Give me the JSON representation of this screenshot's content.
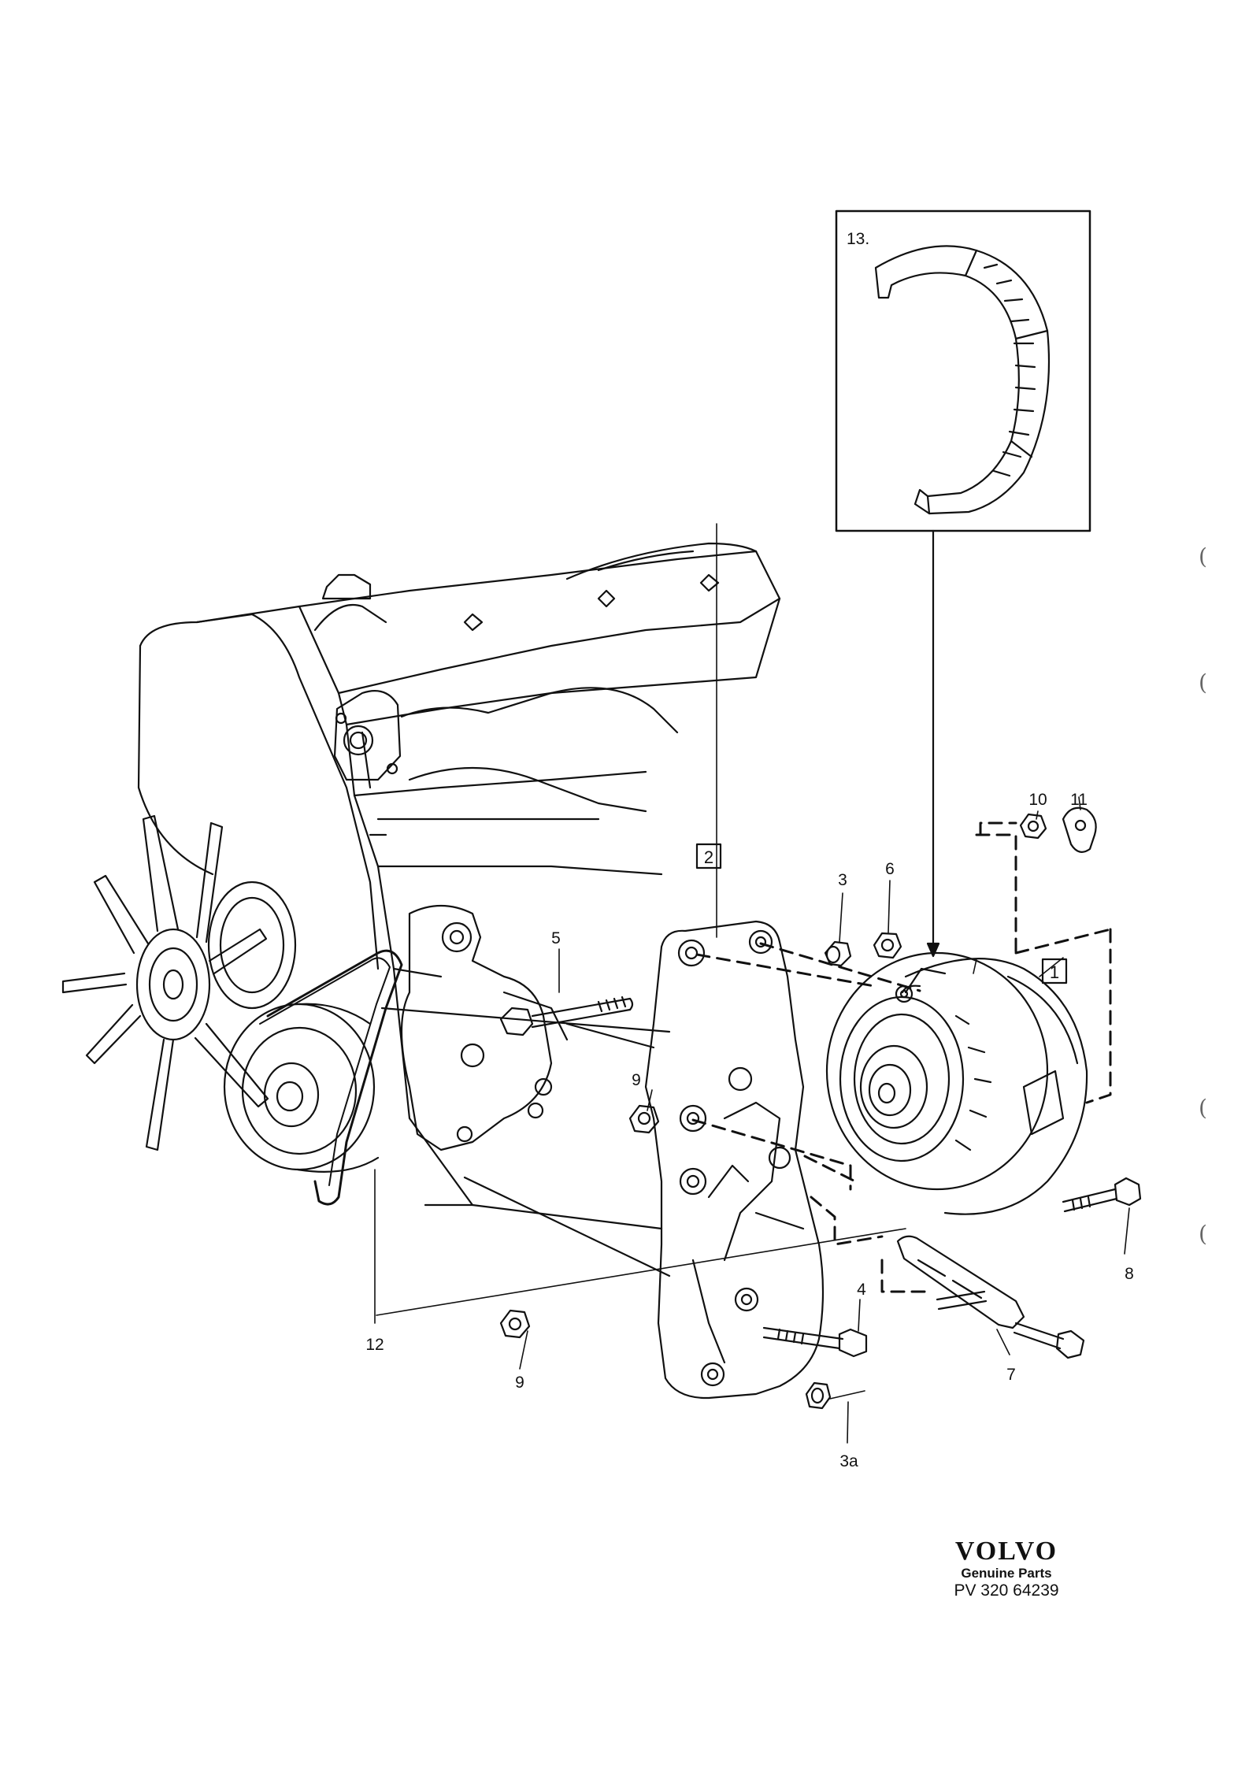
{
  "callouts": {
    "c1": "1",
    "c2": "2",
    "c3": "3",
    "c3a": "3a",
    "c4": "4",
    "c5": "5",
    "c6": "6",
    "c7": "7",
    "c8": "8",
    "c9a": "9",
    "c9b": "9",
    "c10": "10",
    "c11": "11",
    "c12": "12",
    "c13": "13."
  },
  "brand": {
    "logo": "VOLVO",
    "subtitle": "Genuine Parts",
    "code": "PV 320 64239"
  },
  "margin_marks": [
    "(",
    "(",
    "(",
    "("
  ]
}
